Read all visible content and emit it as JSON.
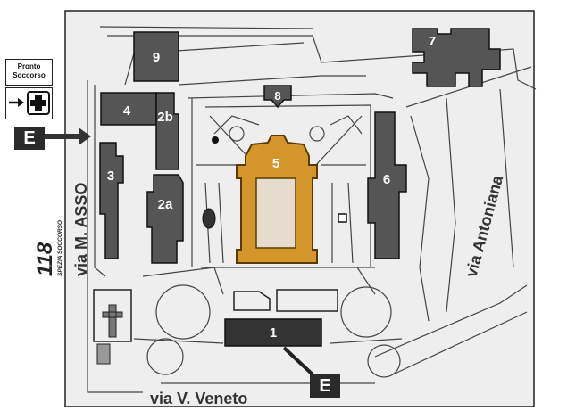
{
  "sign": {
    "pronto_soccorso": [
      "Pronto",
      "Soccorso"
    ],
    "entrance_letter": "E",
    "entrance_letter_bottom": "E"
  },
  "buildings": {
    "b1": "1",
    "b2a": "2a",
    "b2b": "2b",
    "b3": "3",
    "b4": "4",
    "b5": "5",
    "b6": "6",
    "b7": "7",
    "b8": "8",
    "b9": "9"
  },
  "streets": {
    "west": "via M. ASSO",
    "south": "via V. Veneto",
    "east": "via Antoniana"
  },
  "logo_text": {
    "number": "118",
    "subtitle": "SPEZIA SOCCORSO"
  },
  "colors": {
    "building_dark": "#555555",
    "building_highlight": "#d4962a",
    "map_background": "#eeeeee",
    "road_outline": "#444444"
  }
}
